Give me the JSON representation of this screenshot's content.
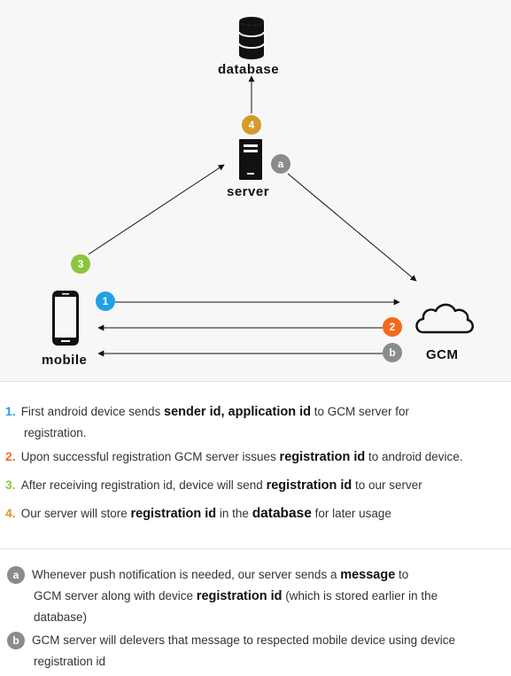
{
  "nodes": {
    "database": "database",
    "server": "server",
    "mobile": "mobile",
    "gcm": "GCM"
  },
  "badges": {
    "one": "1",
    "two": "2",
    "three": "3",
    "four": "4",
    "a": "a",
    "b": "b"
  },
  "colors": {
    "blue": "#1da1e8",
    "orange": "#f26a1b",
    "green": "#8cc63f",
    "gold": "#d49a2a",
    "gray": "#8b8b8b"
  },
  "steps": [
    {
      "num": "1.",
      "t1": "First android device sends ",
      "b1": "sender id, application id",
      "t2": " to GCM server for",
      "t3": "registration."
    },
    {
      "num": "2.",
      "t1": "Upon successful registration GCM server issues ",
      "b1": "registration id",
      "t2": " to android device."
    },
    {
      "num": "3.",
      "t1": "After receiving registration id, device will send ",
      "b1": "registration id",
      "t2": " to our server"
    },
    {
      "num": "4.",
      "t1": "Our server will store ",
      "b1": "registration id",
      "t2": " in the ",
      "b2": "database",
      "t3": " for later usage"
    }
  ],
  "notes": [
    {
      "badge": "a",
      "t1": "Whenever push notification is needed, our server sends a ",
      "b1": "message",
      "t2": " to",
      "t3": "GCM server along with device ",
      "b2": "registration id",
      "t4": " (which is stored earlier in the",
      "t5": "database)"
    },
    {
      "badge": "b",
      "t1": "GCM server will delevers that message to respected mobile device using device",
      "t2": "registration id"
    }
  ]
}
